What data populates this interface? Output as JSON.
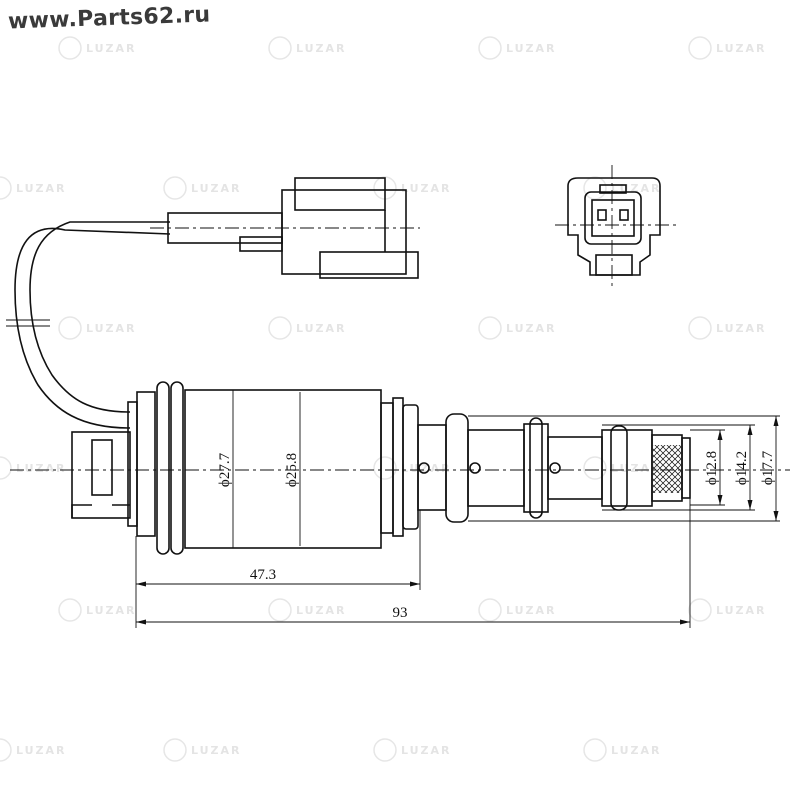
{
  "watermark_site": "www.Parts62.ru",
  "watermark_brand": "LUZAR",
  "dimensions": {
    "d_body_outer": "ϕ27.7",
    "d_body_inner": "ϕ25.8",
    "d_tip": "ϕ12.8",
    "d_mid": "ϕ14.2",
    "d_oring": "ϕ17.7",
    "len_body": "47.3",
    "len_total": "93"
  }
}
